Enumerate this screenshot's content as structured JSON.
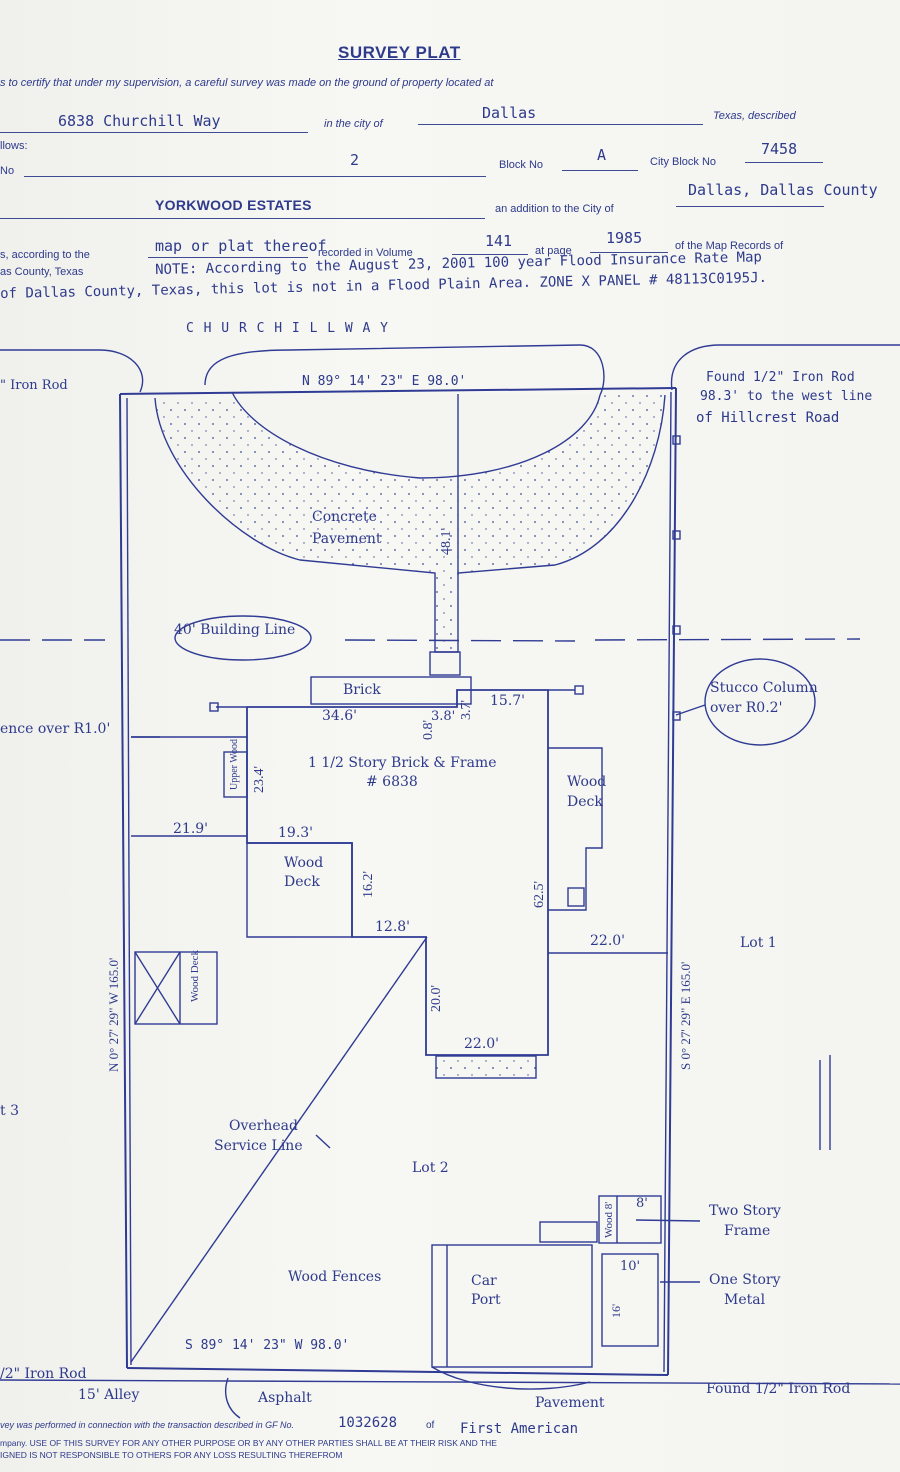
{
  "header": {
    "title": "SURVEY PLAT",
    "certify_line": "s to certify that under my supervision, a careful survey was made on the ground of property located at",
    "address": "6838 Churchill Way",
    "in_city_of": "in the city of",
    "city": "Dallas",
    "texas_described": "Texas, described",
    "follows": "llows:",
    "lot_label": "No",
    "lot_no": "2",
    "block_label": "Block No",
    "block_no": "A",
    "city_block_label": "City Block No",
    "city_block_no": "7458",
    "lot_no_label2": "No",
    "subdivision": "YORKWOOD ESTATES",
    "addition_text": "an addition to the City of",
    "addition_city": "Dallas, Dallas County",
    "according_to": "s, according to the",
    "map_or_plat": "map or plat thereof",
    "recorded_in_volume": "recorded in Volume",
    "volume": "141",
    "at_page": "at page",
    "page": "1985",
    "map_records": "of the Map Records of",
    "county_texas": "as County, Texas",
    "note_line1": "NOTE: According to the August 23, 2001  100 year Flood Insurance Rate Map",
    "note_line2": "of Dallas County, Texas, this lot is not in a Flood Plain Area. ZONE X PANEL # 48113C0195J."
  },
  "plat": {
    "street": "C H U R C H I L L          W A Y",
    "iron_rod_nw": "\" Iron Rod",
    "north_bearing": "N 89° 14' 23\" E  98.0'",
    "found_rod_ne": "Found 1/2\" Iron Rod",
    "ne_distance": "98.3' to the west line",
    "ne_hillcrest": "of Hillcrest Road",
    "concrete": "Concrete",
    "pavement": "Pavement",
    "driveway_len": "48.1'",
    "building_line": "40' Building Line",
    "brick": "Brick",
    "stucco_column": "Stucco Column",
    "stucco_over": "over R0.2'",
    "fence_over": "ence over R1.0'",
    "dim_34_6": "34.6'",
    "dim_0_8": "0.8'",
    "dim_3_8": "3.8'",
    "dim_3_7": "3.7'",
    "dim_15_7": "15.7'",
    "house_desc": "1 1/2 Story Brick & Frame",
    "house_no": "# 6838",
    "upper_wood": "Upper Wood",
    "dim_23_4": "23.4'",
    "wood_deck_r1": "Wood",
    "wood_deck_r2": "Deck",
    "dim_21_9": "21.9'",
    "dim_19_3": "19.3'",
    "dim_16_2": "16.2'",
    "dim_12_8": "12.8'",
    "dim_62_5": "62.5'",
    "dim_22_0_a": "22.0'",
    "dim_20_0": "20.0'",
    "dim_22_0_b": "22.0'",
    "lot_1": "Lot 1",
    "lot_2": "Lot 2",
    "lot_3": "t 3",
    "west_bearing": "N 0° 27' 29\" W  165.0'",
    "east_bearing": "S 0° 27' 29\" E  165.0'",
    "wood_deck_small": "Wood Deck",
    "overhead_1": "Overhead",
    "overhead_2": "Service Line",
    "wood_8": "Wood 8'",
    "dim_8": "8'",
    "two_story_1": "Two Story",
    "two_story_2": "Frame",
    "dim_10": "10'",
    "dim_16": "16'",
    "one_story_1": "One Story",
    "one_story_2": "Metal",
    "wood_fences": "Wood Fences",
    "carport_1": "Car",
    "carport_2": "Port",
    "south_bearing": "S 89° 14' 23\" W   98.0'",
    "iron_rod_sw": "/2\" Iron Rod",
    "alley": "15' Alley",
    "asphalt": "Asphalt",
    "pavement_s": "Pavement",
    "found_rod_se": "Found 1/2\" Iron Rod"
  },
  "footer": {
    "line1a": "vey was performed in connection with the transaction described in GF No.",
    "gf_no": "1032628",
    "of": "of",
    "company": "First American",
    "line2": "mpany. USE OF THIS SURVEY FOR ANY OTHER PURPOSE OR BY ANY OTHER PARTIES SHALL BE AT THEIR RISK AND THE",
    "line3": "IGNED IS NOT RESPONSIBLE TO OTHERS FOR ANY LOSS RESULTING THEREFROM"
  }
}
